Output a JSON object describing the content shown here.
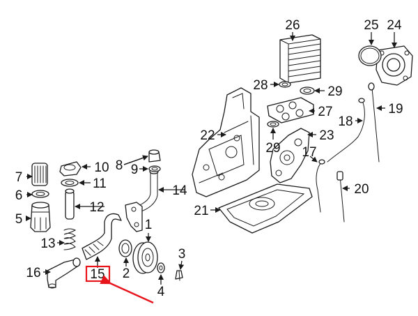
{
  "callouts": [
    {
      "id": "c1",
      "text": "1"
    },
    {
      "id": "c2",
      "text": "2"
    },
    {
      "id": "c3",
      "text": "3"
    },
    {
      "id": "c4",
      "text": "4"
    },
    {
      "id": "c5",
      "text": "5"
    },
    {
      "id": "c6",
      "text": "6"
    },
    {
      "id": "c7",
      "text": "7"
    },
    {
      "id": "c8",
      "text": "8"
    },
    {
      "id": "c9",
      "text": "9"
    },
    {
      "id": "c10",
      "text": "10"
    },
    {
      "id": "c11",
      "text": "11"
    },
    {
      "id": "c12",
      "text": "12"
    },
    {
      "id": "c13",
      "text": "13"
    },
    {
      "id": "c14",
      "text": "14"
    },
    {
      "id": "c15",
      "text": "15"
    },
    {
      "id": "c16",
      "text": "16"
    },
    {
      "id": "c17",
      "text": "17"
    },
    {
      "id": "c18",
      "text": "18"
    },
    {
      "id": "c19",
      "text": "19"
    },
    {
      "id": "c20",
      "text": "20"
    },
    {
      "id": "c21",
      "text": "21"
    },
    {
      "id": "c22",
      "text": "22"
    },
    {
      "id": "c23",
      "text": "23"
    },
    {
      "id": "c24",
      "text": "24"
    },
    {
      "id": "c25",
      "text": "25"
    },
    {
      "id": "c26",
      "text": "26"
    },
    {
      "id": "c27",
      "text": "27"
    },
    {
      "id": "c28",
      "text": "28"
    },
    {
      "id": "c29a",
      "text": "29"
    },
    {
      "id": "c29b",
      "text": "29"
    }
  ],
  "highlight": {
    "callout": "15",
    "box_color": "#e8141c",
    "arrow_color": "#e8141c"
  }
}
